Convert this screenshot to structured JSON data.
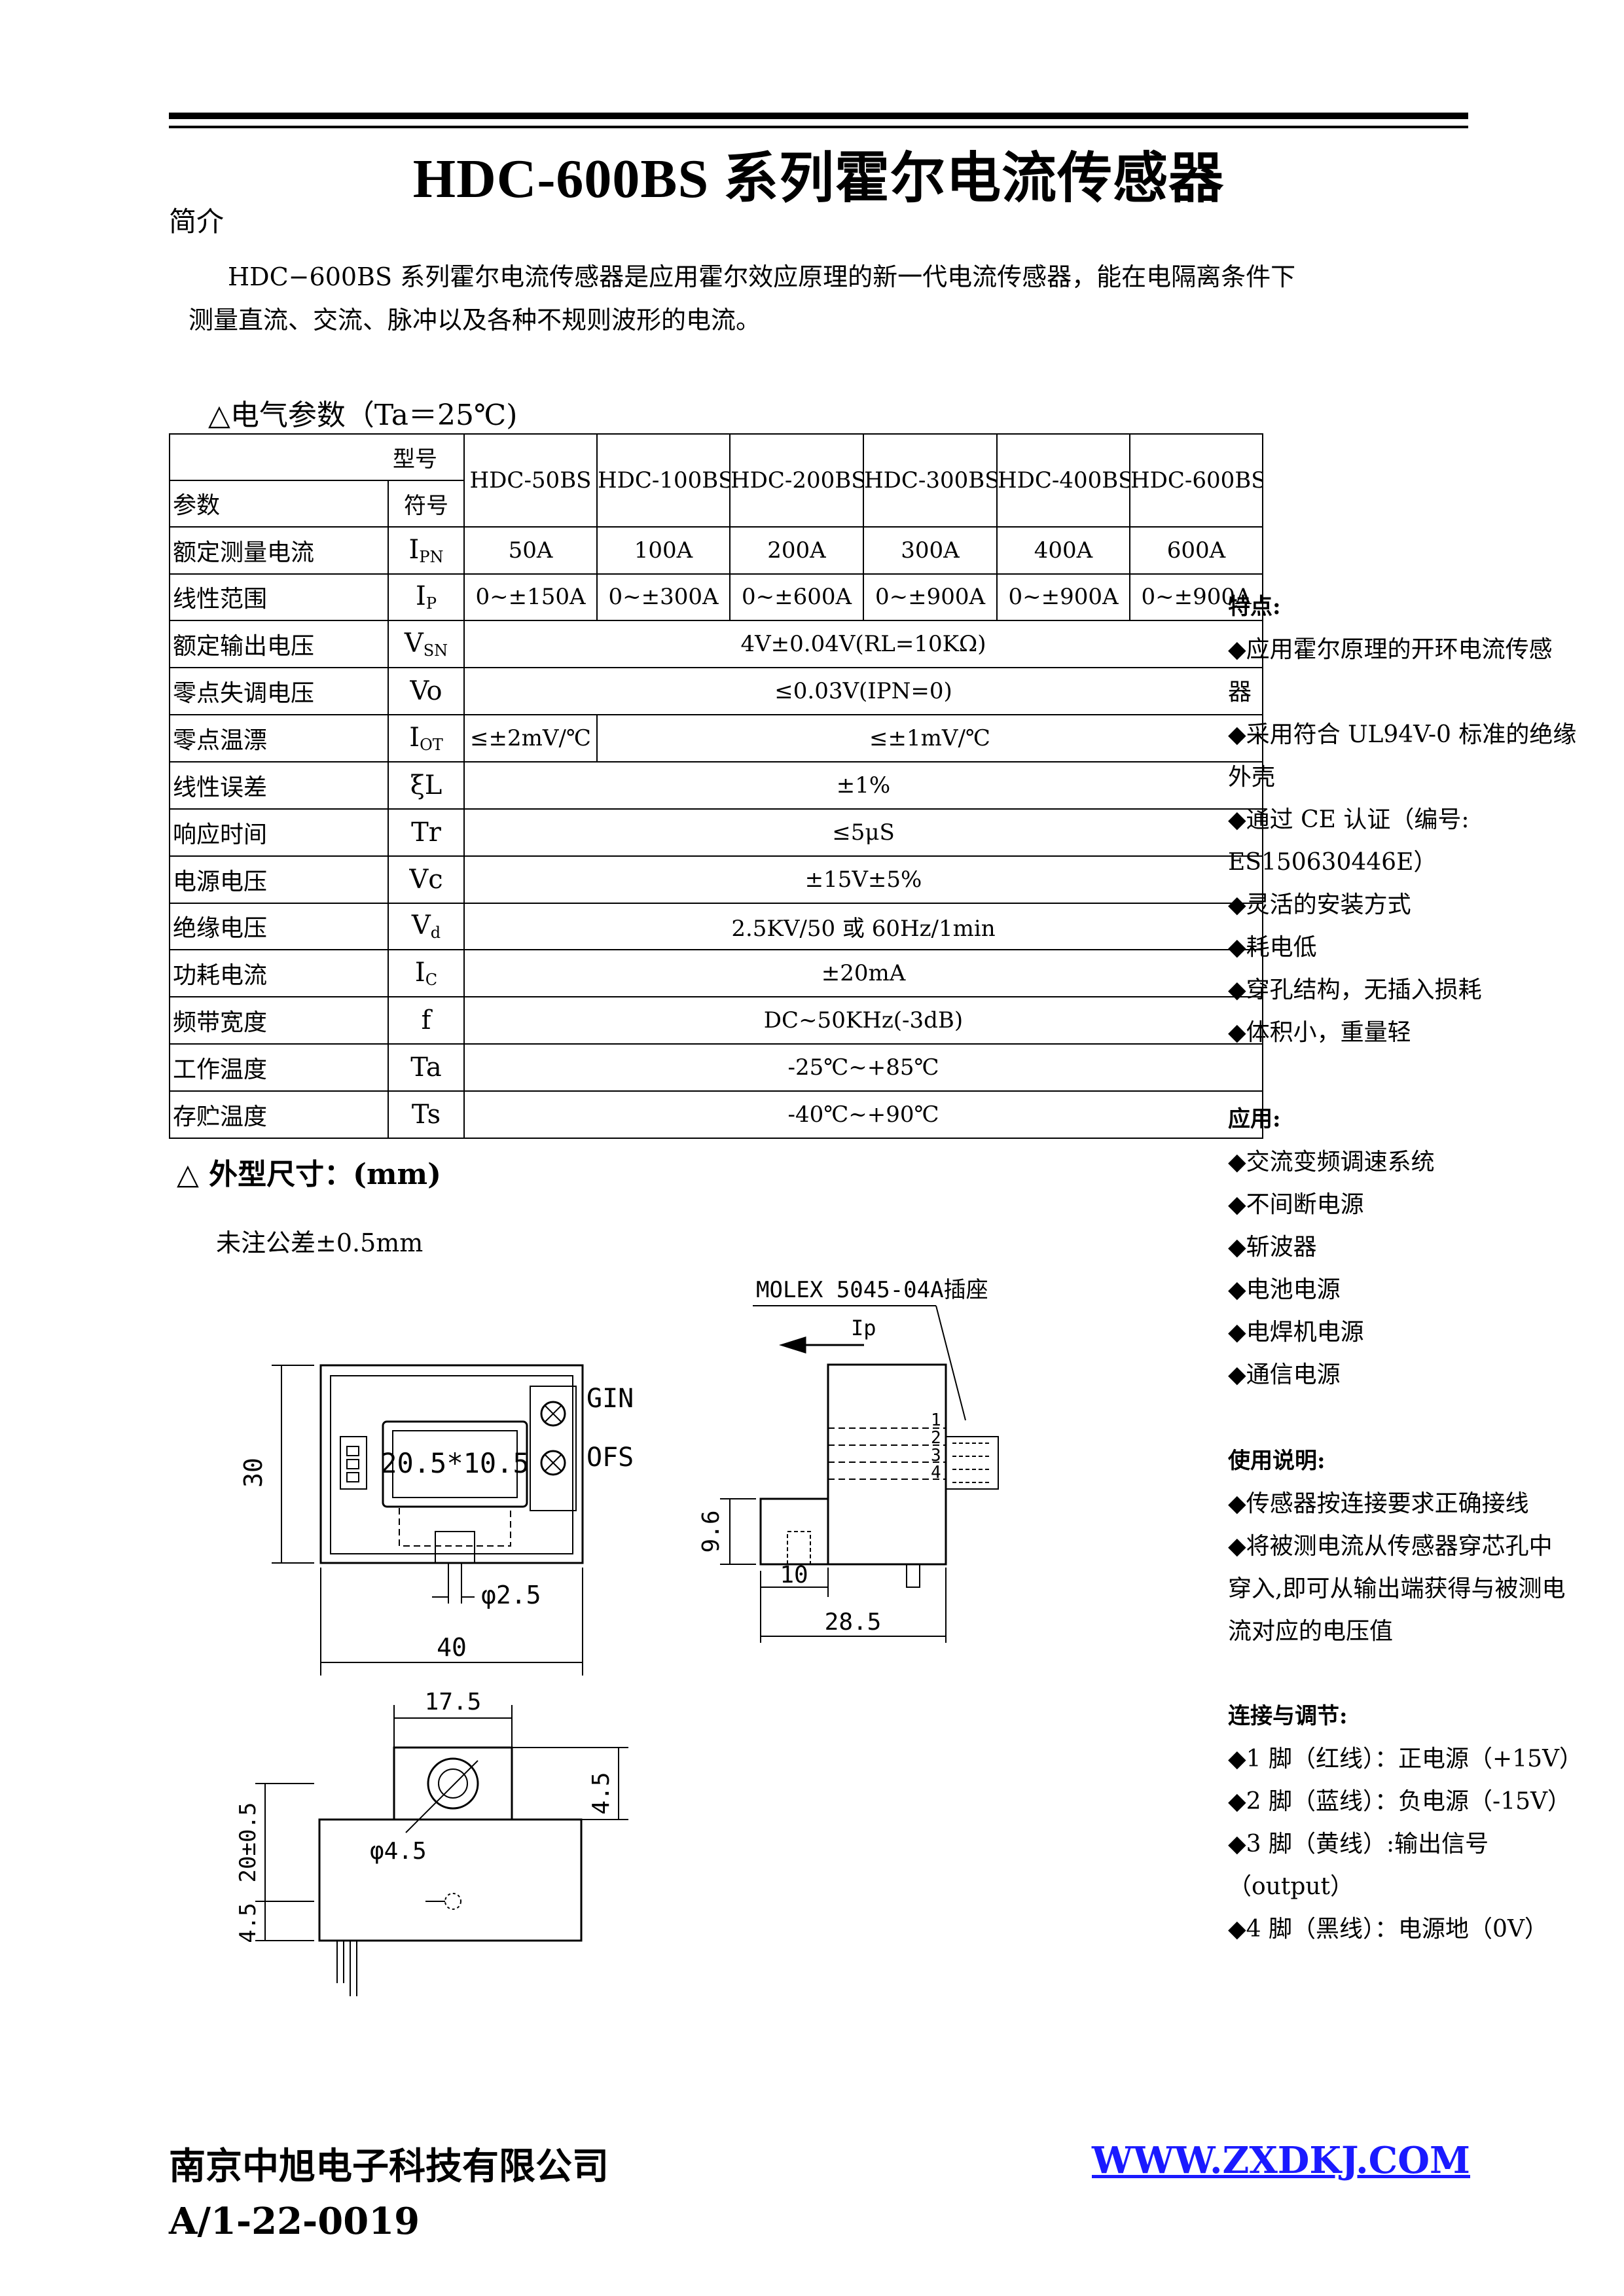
{
  "title": "HDC-600BS 系列霍尔电流传感器",
  "intro": {
    "heading": "简介",
    "line1": "HDC−600BS 系列霍尔电流传感器是应用霍尔效应原理的新一代电流传感器，能在电隔离条件下",
    "line2": "测量直流、交流、脉冲以及各种不规则波形的电流。"
  },
  "electrical": {
    "heading": "△电气参数（Ta＝25℃)",
    "header_model": "型号",
    "header_param": "参数",
    "header_symbol": "符号",
    "models": [
      "HDC-50BS",
      "HDC-100BS",
      "HDC-200BS",
      "HDC-300BS",
      "HDC-400BS",
      "HDC-600BS"
    ],
    "rows": [
      {
        "param": "额定测量电流",
        "sym": "I",
        "sub": "PN",
        "cells": [
          "50A",
          "100A",
          "200A",
          "300A",
          "400A",
          "600A"
        ]
      },
      {
        "param": "线性范围",
        "sym": "I",
        "sub": "P",
        "cells": [
          "0~±150A",
          "0~±300A",
          "0~±600A",
          "0~±900A",
          "0~±900A",
          "0~±900A"
        ]
      },
      {
        "param": "额定输出电压",
        "sym": "V",
        "sub": "SN",
        "value": "4V±0.04V(RL=10KΩ)"
      },
      {
        "param": "零点失调电压",
        "sym": "Vo",
        "sub": "",
        "value": "≤0.03V(IPN=0)"
      },
      {
        "param": "零点温漂",
        "sym": "I",
        "sub": "OT",
        "first": "≤±2mV/℃",
        "value": "≤±1mV/℃"
      },
      {
        "param": "线性误差",
        "sym": "ξL",
        "sub": "",
        "value": "±1%"
      },
      {
        "param": "响应时间",
        "sym": "Tr",
        "sub": "",
        "value": "≤5μS"
      },
      {
        "param": "电源电压",
        "sym": "Vc",
        "sub": "",
        "value": "±15V±5%"
      },
      {
        "param": "绝缘电压",
        "sym": "V",
        "sub": "d",
        "value": "2.5KV/50 或 60Hz/1min"
      },
      {
        "param": "功耗电流",
        "sym": "I",
        "sub": "C",
        "value": "±20mA"
      },
      {
        "param": "频带宽度",
        "sym": "f",
        "sub": "",
        "value": "DC~50KHz(-3dB)"
      },
      {
        "param": "工作温度",
        "sym": "Ta",
        "sub": "",
        "value": "-25℃~+85℃"
      },
      {
        "param": "存贮温度",
        "sym": "Ts",
        "sub": "",
        "value": "-40℃~+90℃"
      }
    ]
  },
  "features": {
    "heading": "特点:",
    "items": [
      "◆应用霍尔原理的开环电流传感",
      "器",
      "◆采用符合 UL94V-0 标准的绝缘",
      "外壳",
      "◆通过 CE 认证（编号:",
      "ES150630446E）",
      "◆灵活的安装方式",
      "◆耗电低",
      "◆穿孔结构，无插入损耗",
      "◆体积小，重量轻"
    ]
  },
  "applications": {
    "heading": "应用:",
    "items": [
      "◆交流变频调速系统",
      "◆不间断电源",
      "◆斩波器",
      "◆电池电源",
      "◆电焊机电源",
      "◆通信电源"
    ]
  },
  "usage": {
    "heading": "使用说明:",
    "items": [
      "◆传感器按连接要求正确接线",
      "◆将被测电流从传感器穿芯孔中",
      "穿入,即可从输出端获得与被测电",
      "流对应的电压值"
    ]
  },
  "connection": {
    "heading": "连接与调节:",
    "items": [
      "◆1 脚（红线）：正电源（+15V）",
      "◆2 脚（蓝线）：负电源（-15V）",
      "◆3 脚（黄线）:输出信号（output）",
      "◆4 脚（黑线）：电源地（0V）"
    ]
  },
  "dimensions": {
    "heading": "△ 外型尺寸：(mm)",
    "tolerance": "未注公差±0.5mm",
    "front": {
      "window": "20.5*10.5",
      "gin": "GIN",
      "ofs": "OFS",
      "height": "30",
      "hole": "φ2.5",
      "width": "40"
    },
    "side": {
      "connector": "MOLEX 5045-04A插座",
      "current": "Ip",
      "pins": [
        "1",
        "2",
        "3",
        "4"
      ],
      "h": "9.6",
      "w1": "10",
      "w2": "28.5"
    },
    "bottom": {
      "top": "17.5",
      "right": "4.5",
      "left1": "20±0.5",
      "left2": "4.5",
      "hole": "φ4.5"
    }
  },
  "footer": {
    "company": "南京中旭电子科技有限公司",
    "code": "A/1-22-0019",
    "website": "WWW.ZXDKJ.COM"
  }
}
